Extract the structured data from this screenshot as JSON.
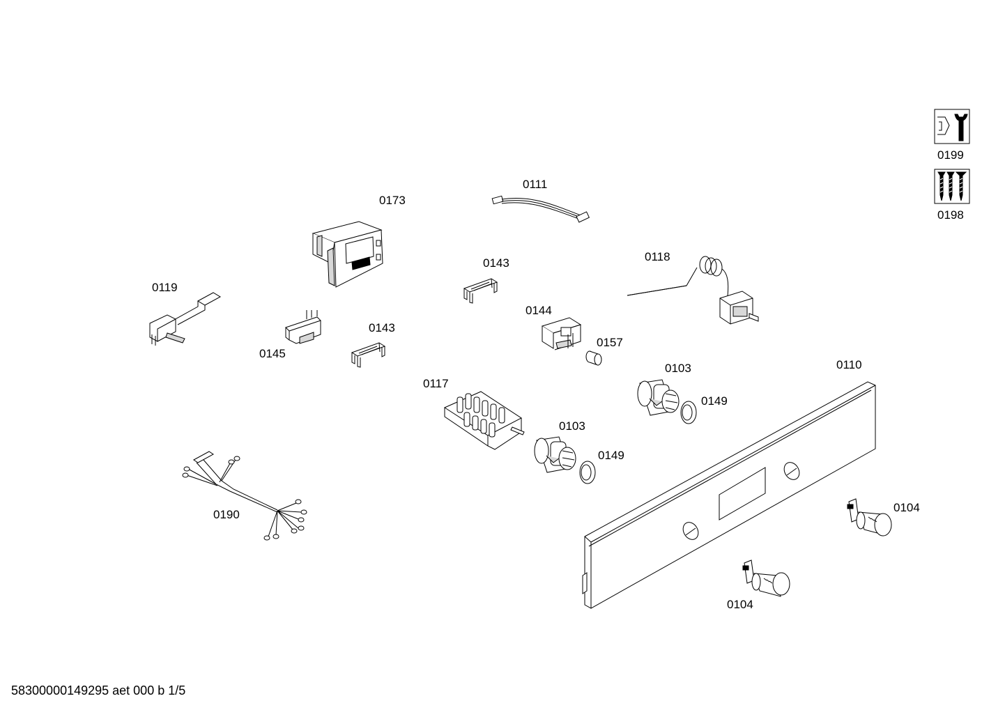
{
  "labels": {
    "p0199": "0199",
    "p0198": "0198",
    "p0111": "0111",
    "p0173": "0173",
    "p0118": "0118",
    "p0143a": "0143",
    "p0119": "0119",
    "p0144": "0144",
    "p0145": "0145",
    "p0143b": "0143",
    "p0157": "0157",
    "p0103a": "0103",
    "p0110": "0110",
    "p0117": "0117",
    "p0149a": "0149",
    "p0103b": "0103",
    "p0149b": "0149",
    "p0104a": "0104",
    "p0190": "0190",
    "p0104b": "0104"
  },
  "icons": {
    "tools": "wrench-nut-icon",
    "screws": "screws-icon"
  },
  "footer": "58300000149295 aet 000 b 1/5"
}
